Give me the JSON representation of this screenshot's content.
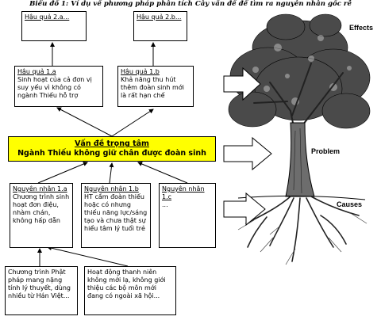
{
  "title": "Biểu đồ 1: Ví dụ về phương pháp phân tích Cây vấn đề để tìm ra nguyên nhân gốc rễ",
  "effects_top": [
    {
      "label": "Hậu quả 2.a..."
    },
    {
      "label": "Hậu quả 2.b..."
    }
  ],
  "effects_mid": [
    {
      "label": "Hậu quả 1.a",
      "text": "Sinh hoạt của cả đơn vị suy yếu vì không có ngành Thiếu hỗ trợ"
    },
    {
      "label": "Hậu quả 1.b",
      "text": "Khả năng thu hút thêm đoàn sinh mới là rất hạn chế"
    }
  ],
  "problem": {
    "heading": "Vấn đề trọng tâm",
    "text": "Ngành Thiếu không giữ chân được đoàn sinh"
  },
  "causes": [
    {
      "label": "Nguyên nhân 1.a",
      "text": "Chương trình sinh hoạt đơn điệu, nhàm chán, không hấp dẫn"
    },
    {
      "label": "Nguyên nhân 1.b",
      "text": "HT cầm đoàn thiếu hoặc có nhưng thiếu năng lực/sáng tạo và chưa thật sự hiểu tâm lý tuổi trẻ"
    },
    {
      "label": "Nguyên nhân 1.c",
      "text": "..."
    }
  ],
  "root_causes": [
    {
      "text": "Chương trình Phật pháp mang nặng tính lý thuyết, dùng nhiều từ Hán Việt..."
    },
    {
      "text": "Hoạt động thanh niên không mới lạ, không giới thiệu các bộ môn mới đang có ngoài xã hội..."
    }
  ],
  "tree_labels": {
    "effects": "Effects",
    "problem": "Problem",
    "causes": "Causes"
  }
}
